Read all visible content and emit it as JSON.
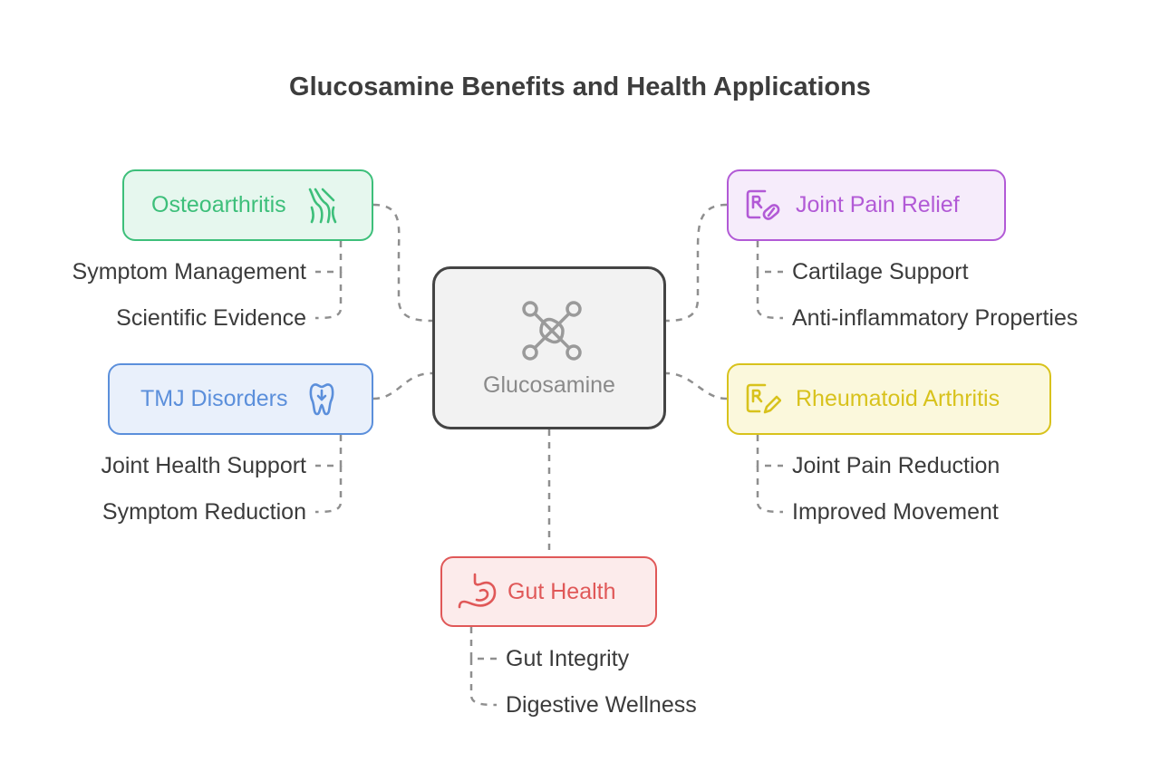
{
  "title": "Glucosamine Benefits and Health Applications",
  "center": {
    "label": "Glucosamine",
    "icon": "joint-molecule-icon"
  },
  "branches": {
    "osteoarthritis": {
      "label": "Osteoarthritis",
      "icon": "knee-joint-icon",
      "color": "#3dbf7a",
      "fill": "#e6f7ee",
      "items": [
        "Symptom Management",
        "Scientific Evidence"
      ]
    },
    "tmj": {
      "label": "TMJ Disorders",
      "icon": "tooth-icon",
      "color": "#5b8fdb",
      "fill": "#e9f0fb",
      "items": [
        "Joint Health Support",
        "Symptom Reduction"
      ]
    },
    "joint_pain": {
      "label": "Joint Pain Relief",
      "icon": "prescription-pill-icon",
      "color": "#b25ad6",
      "fill": "#f6ecfb",
      "items": [
        "Cartilage Support",
        "Anti-inflammatory Properties"
      ]
    },
    "rheumatoid": {
      "label": "Rheumatoid Arthritis",
      "icon": "prescription-pen-icon",
      "color": "#d8c21c",
      "fill": "#fbf8dc",
      "items": [
        "Joint Pain Reduction",
        "Improved Movement"
      ]
    },
    "gut": {
      "label": "Gut Health",
      "icon": "stomach-icon",
      "color": "#e05858",
      "fill": "#fcebeb",
      "items": [
        "Gut Integrity",
        "Digestive Wellness"
      ]
    }
  }
}
